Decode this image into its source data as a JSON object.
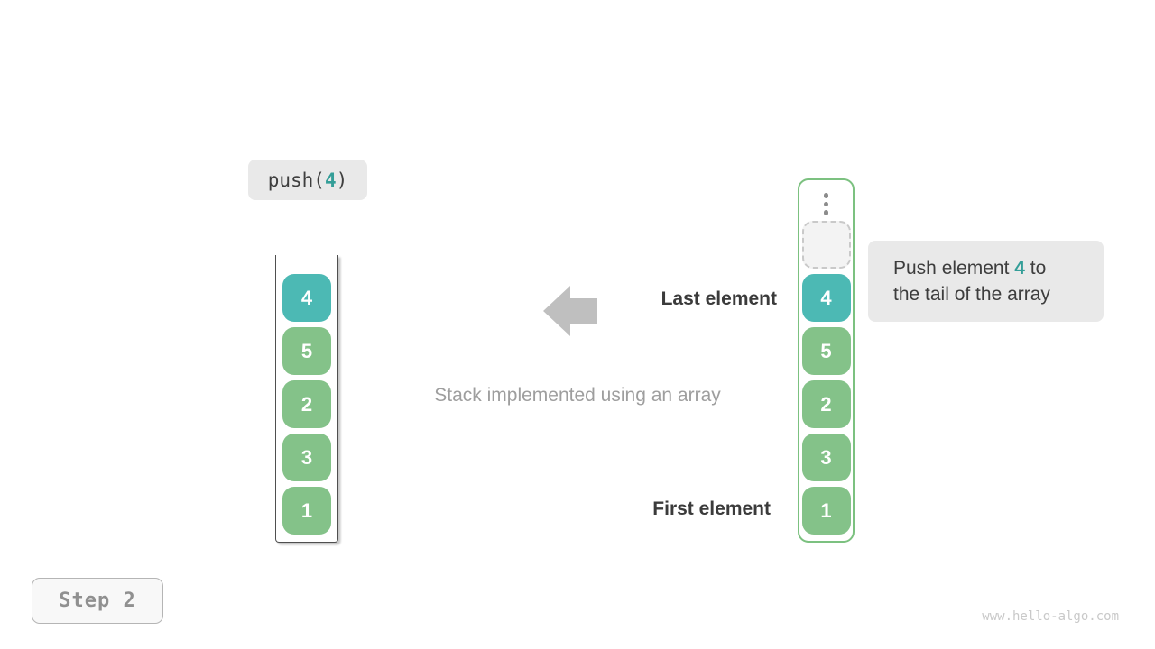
{
  "operation_label": {
    "prefix": "push(",
    "arg": "4",
    "suffix": ")"
  },
  "left_stack": {
    "values": [
      "4",
      "5",
      "2",
      "3",
      "1"
    ],
    "top_value_highlighted": true
  },
  "right_stack": {
    "values": [
      "4",
      "5",
      "2",
      "3",
      "1"
    ],
    "has_empty_dashed_slot": true,
    "has_ellipsis": true,
    "top_value_highlighted": true
  },
  "annotations": {
    "last_element": "Last element",
    "first_element": "First element",
    "caption": "Stack implemented using an array"
  },
  "bubble": {
    "line1_prefix": "Push element ",
    "highlight": "4",
    "line1_suffix": " to",
    "line2": "the tail of the array"
  },
  "step_badge": {
    "label": "Step 2"
  },
  "watermark": "www.hello-algo.com",
  "colors": {
    "highlight_cell": "#4cb9b4",
    "normal_cell": "#84c289",
    "highlight_text": "#349e98",
    "array_border": "#7cc180",
    "label_background": "#e9e9e9",
    "arrow": "#bfbfbf",
    "annotation_text": "#3b3b3b",
    "caption_text": "#9e9e9e"
  }
}
